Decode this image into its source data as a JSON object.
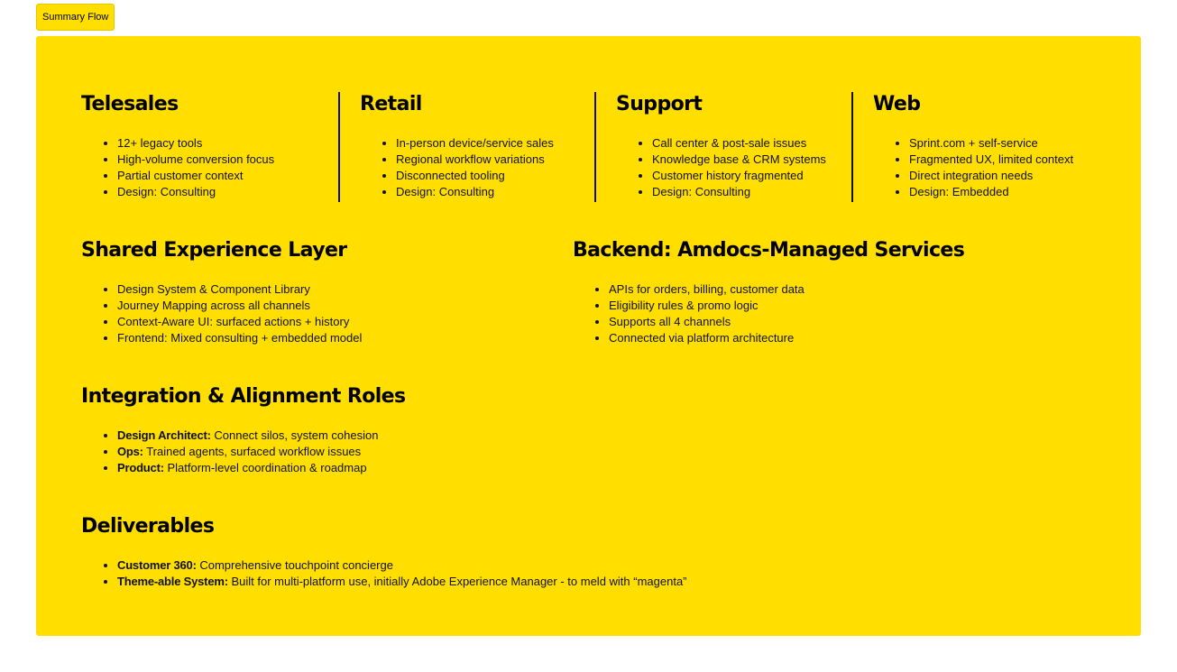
{
  "toolbar": {
    "summary_flow_label": "Summary Flow"
  },
  "colors": {
    "panel_background": "#ffde00",
    "text": "#000000",
    "divider": "#111111"
  },
  "channels": [
    {
      "title": "Telesales",
      "items": [
        "12+ legacy tools",
        "High-volume conversion focus",
        "Partial customer context",
        "Design: Consulting"
      ]
    },
    {
      "title": "Retail",
      "items": [
        "In-person device/service sales",
        "Regional workflow variations",
        "Disconnected tooling",
        "Design: Consulting"
      ]
    },
    {
      "title": "Support",
      "items": [
        "Call center & post-sale issues",
        "Knowledge base & CRM systems",
        "Customer history fragmented",
        "Design: Consulting"
      ]
    },
    {
      "title": "Web",
      "items": [
        "Sprint.com + self-service",
        "Fragmented UX, limited context",
        "Direct integration needs",
        "Design: Embedded"
      ]
    }
  ],
  "shared_layer": {
    "title": "Shared Experience Layer",
    "items": [
      "Design System & Component Library",
      "Journey Mapping across all channels",
      "Context-Aware UI: surfaced actions + history",
      "Frontend: Mixed consulting + embedded model"
    ]
  },
  "backend": {
    "title": "Backend: Amdocs-Managed Services",
    "items": [
      "APIs for orders, billing, customer data",
      "Eligibility rules & promo logic",
      "Supports all 4 channels",
      "Connected via platform architecture"
    ]
  },
  "roles": {
    "title": "Integration & Alignment Roles",
    "items": [
      {
        "label": "Design Architect:",
        "text": " Connect silos, system cohesion"
      },
      {
        "label": "Ops:",
        "text": " Trained agents, surfaced workflow issues"
      },
      {
        "label": "Product:",
        "text": " Platform-level coordination & roadmap"
      }
    ]
  },
  "deliverables": {
    "title": "Deliverables",
    "items": [
      {
        "label": "Customer 360:",
        "text": " Comprehensive touchpoint concierge"
      },
      {
        "label": "Theme-able System:",
        "text": " Built for multi-platform use, initially Adobe Experience Manager - to meld with “magenta”"
      }
    ]
  }
}
